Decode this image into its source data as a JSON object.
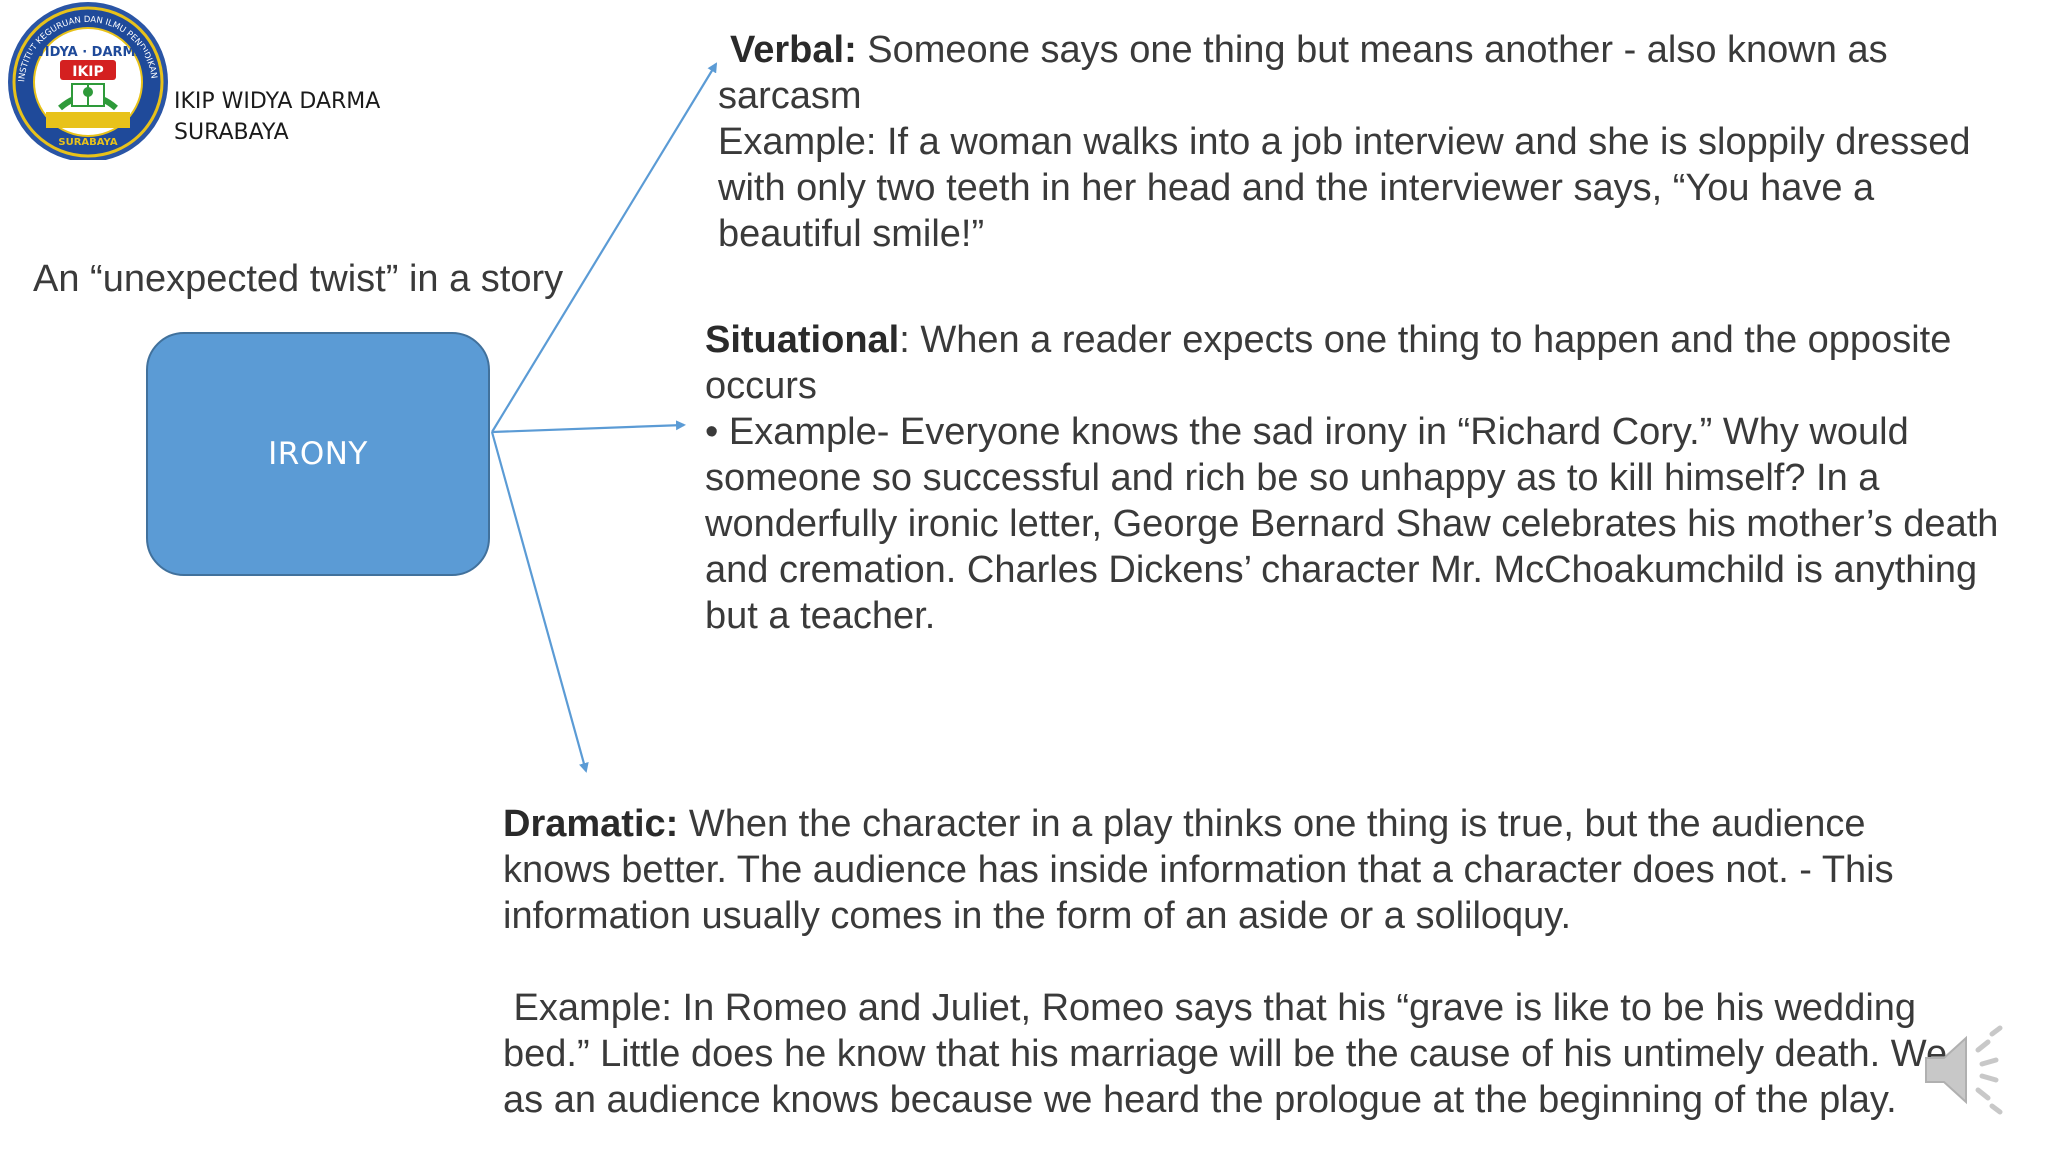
{
  "institution": {
    "line1": "IKIP WIDYA DARMA",
    "line2": "SURABAYA",
    "logo_text": "INSTITUT KEGURUAN DAN ILMU PENDIDIKAN WIDYA DARMA IKIP SURABAYA"
  },
  "subtitle": "An “unexpected twist” in a story",
  "center_box": {
    "label": "IRONY",
    "fill": "#5b9bd5",
    "border": "#41719c"
  },
  "arrow_color": "#5b9bd5",
  "verbal": {
    "term": "Verbal:",
    "line1_rest": " Someone says one thing but means another - also known as",
    "line2": "sarcasm",
    "example_lines": [
      "Example: If a woman walks into a job interview and she is sloppily dressed",
      "with only two teeth in her head and the interviewer says, “You have a",
      "beautiful smile!”"
    ]
  },
  "situational": {
    "term": "Situational",
    "line1_rest": ": When a reader expects one thing to happen and the opposite",
    "line2": "occurs",
    "example_lines": [
      "• Example- Everyone knows the sad irony in “Richard Cory.” Why would",
      "someone so successful and rich be so unhappy as to kill himself? In a",
      "wonderfully ironic letter, George Bernard Shaw celebrates his mother’s death",
      "and cremation. Charles Dickens’ character Mr. McChoakumchild is anything",
      "but a teacher."
    ]
  },
  "dramatic": {
    "term": "Dramatic:",
    "line1_rest": " When the character in a play thinks one thing is true, but the audience",
    "definition_lines": [
      "knows better. The audience has inside information that a character does not. - This",
      "information usually comes in the form of an aside or a soliloquy."
    ],
    "example_lines": [
      " Example: In Romeo and Juliet, Romeo says that his “grave is like to be his wedding",
      "bed.” Little does he know that his marriage will be the cause of his untimely death. We",
      "as an audience knows because we heard the prologue at the beginning of the play."
    ]
  },
  "audio": {
    "icon": "speaker-icon"
  }
}
